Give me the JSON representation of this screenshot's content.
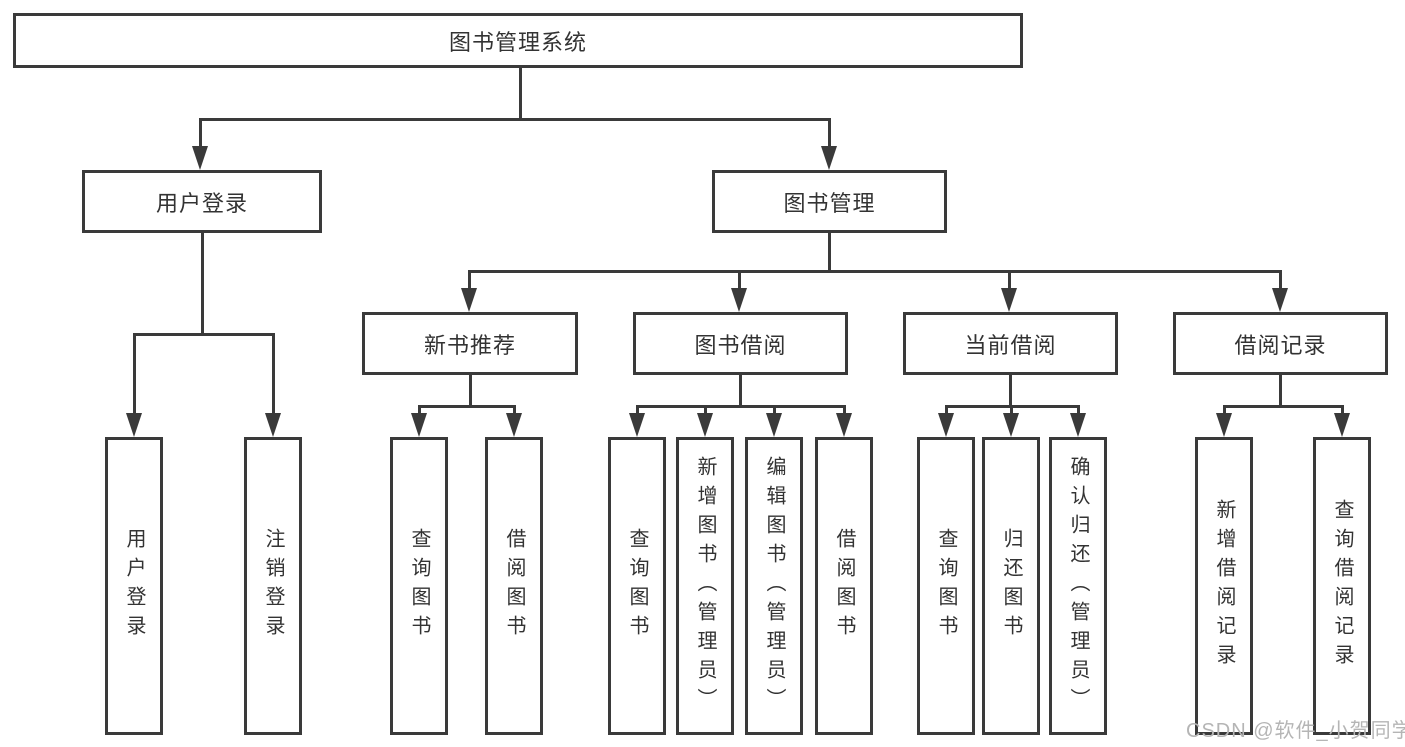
{
  "tree": {
    "label": "图书管理系统",
    "children": [
      {
        "label": "用户登录",
        "children": [
          {
            "label": "用户登录"
          },
          {
            "label": "注销登录"
          }
        ]
      },
      {
        "label": "图书管理",
        "children": [
          {
            "label": "新书推荐",
            "children": [
              {
                "label": "查询图书"
              },
              {
                "label": "借阅图书"
              }
            ]
          },
          {
            "label": "图书借阅",
            "children": [
              {
                "label": "查询图书"
              },
              {
                "label": "新增图书（管理员）"
              },
              {
                "label": "编辑图书（管理员）"
              },
              {
                "label": "借阅图书"
              }
            ]
          },
          {
            "label": "当前借阅",
            "children": [
              {
                "label": "查询图书"
              },
              {
                "label": "归还图书"
              },
              {
                "label": "确认归还（管理员）"
              }
            ]
          },
          {
            "label": "借阅记录",
            "children": [
              {
                "label": "新增借阅记录"
              },
              {
                "label": "查询借阅记录"
              }
            ]
          }
        ]
      }
    ]
  },
  "watermark": {
    "text": "CSDN @软件_小贺同学"
  },
  "colors": {
    "line": "#3a3a3a",
    "text": "#333333",
    "watermark_text": "#b5b5b5",
    "background": "#ffffff"
  }
}
